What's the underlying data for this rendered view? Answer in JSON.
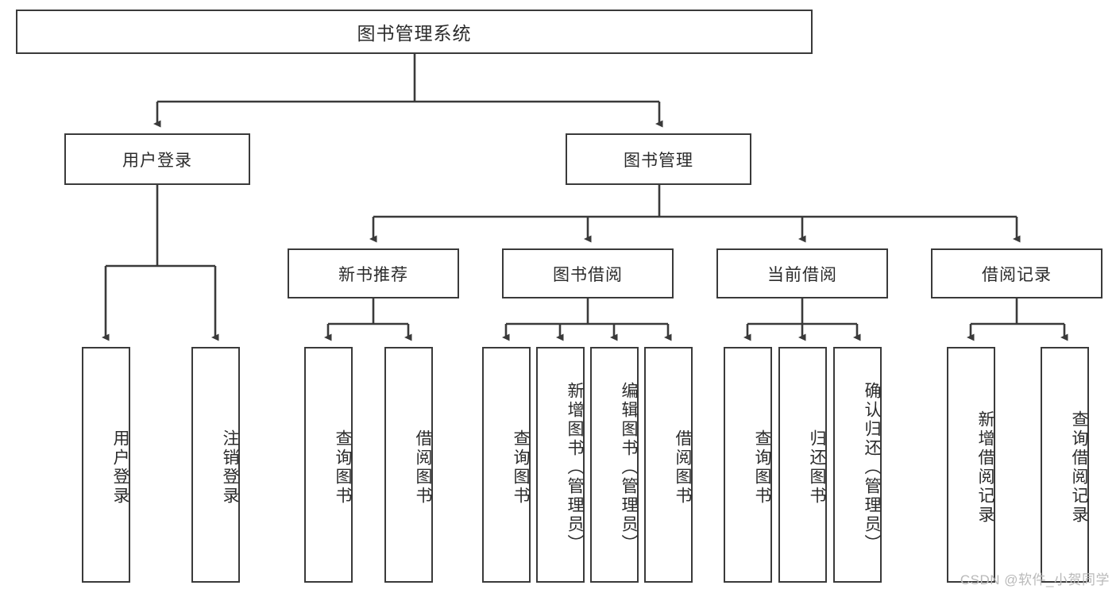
{
  "diagram": {
    "title": "图书管理系统",
    "type": "hierarchy-tree",
    "root": {
      "id": "root",
      "label": "图书管理系统"
    },
    "level2": [
      {
        "id": "user-login",
        "label": "用户登录"
      },
      {
        "id": "book-manage",
        "label": "图书管理"
      }
    ],
    "level3": [
      {
        "id": "new-book-recommend",
        "label": "新书推荐",
        "parent": "book-manage"
      },
      {
        "id": "book-borrow",
        "label": "图书借阅",
        "parent": "book-manage"
      },
      {
        "id": "current-borrow",
        "label": "当前借阅",
        "parent": "book-manage"
      },
      {
        "id": "borrow-record",
        "label": "借阅记录",
        "parent": "book-manage"
      }
    ],
    "leaves": [
      {
        "id": "leaf-user-login",
        "label": "用户登录",
        "parent": "user-login"
      },
      {
        "id": "leaf-logout-login",
        "label": "注销登录",
        "parent": "user-login"
      },
      {
        "id": "leaf-query-book-1",
        "label": "查询图书",
        "parent": "new-book-recommend"
      },
      {
        "id": "leaf-borrow-book-1",
        "label": "借阅图书",
        "parent": "new-book-recommend"
      },
      {
        "id": "leaf-query-book-2",
        "label": "查询图书",
        "parent": "book-borrow"
      },
      {
        "id": "leaf-add-book",
        "label": "新增图书（管理员）",
        "parent": "book-borrow"
      },
      {
        "id": "leaf-edit-book",
        "label": "编辑图书（管理员）",
        "parent": "book-borrow"
      },
      {
        "id": "leaf-borrow-book-2",
        "label": "借阅图书",
        "parent": "book-borrow"
      },
      {
        "id": "leaf-query-book-3",
        "label": "查询图书",
        "parent": "current-borrow"
      },
      {
        "id": "leaf-return-book",
        "label": "归还图书",
        "parent": "current-borrow"
      },
      {
        "id": "leaf-confirm-return",
        "label": "确认归还（管理员）",
        "parent": "current-borrow"
      },
      {
        "id": "leaf-add-record",
        "label": "新增借阅记录",
        "parent": "borrow-record"
      },
      {
        "id": "leaf-query-record",
        "label": "查询借阅记录",
        "parent": "borrow-record"
      }
    ],
    "colors": {
      "border": "#3a3a3a",
      "text": "#2b2b2b",
      "background": "#ffffff",
      "edge": "#3a3a3a",
      "watermark": "#b9b9b9"
    }
  },
  "watermark": {
    "text": "CSDN @软件_小贺同学"
  }
}
